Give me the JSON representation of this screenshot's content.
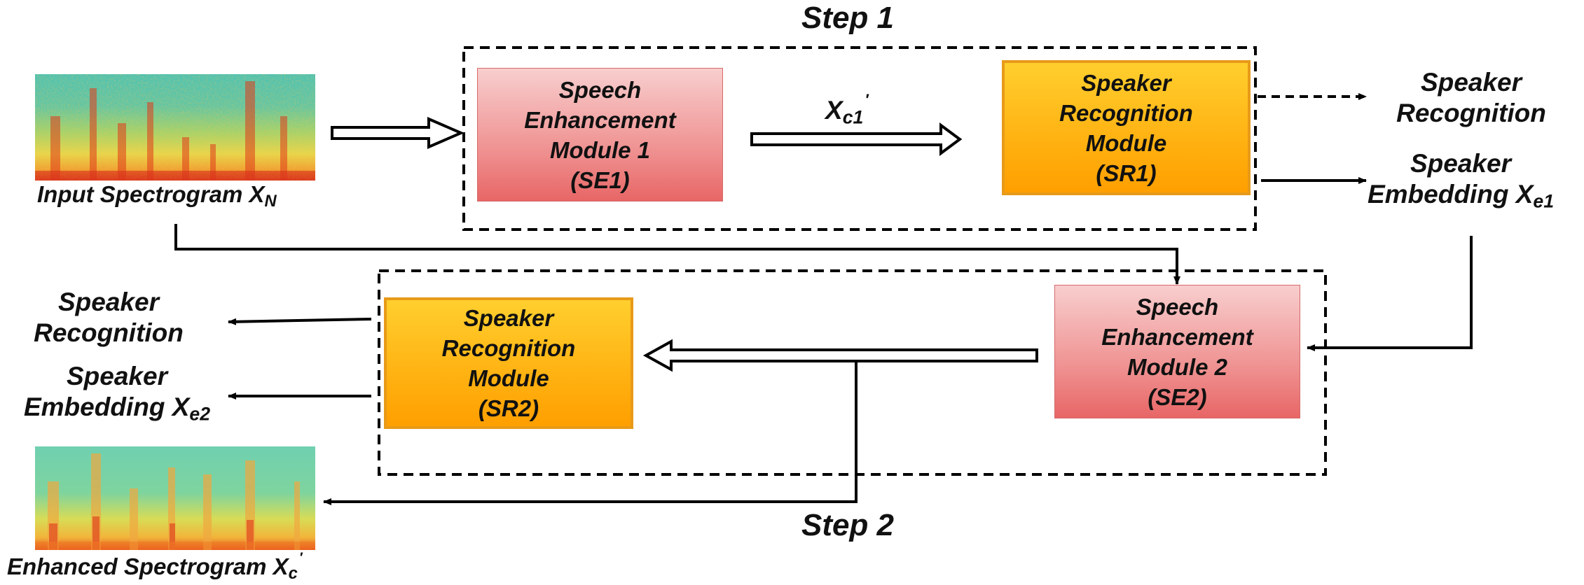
{
  "steps": {
    "step1": "Step 1",
    "step2": "Step 2"
  },
  "input": {
    "label": "Input Spectrogram X",
    "sub": "N"
  },
  "output": {
    "label": "Enhanced Spectrogram X",
    "sub": "c",
    "sup": "′"
  },
  "signal": {
    "main": "X",
    "sub": "c1",
    "sup": "′"
  },
  "modules": {
    "se1": [
      "Speech",
      "Enhancement",
      "Module 1",
      "(SE1)"
    ],
    "sr1": [
      "Speaker",
      "Recognition",
      "Module",
      "(SR1)"
    ],
    "se2": [
      "Speech",
      "Enhancement",
      "Module 2",
      "(SE2)"
    ],
    "sr2": [
      "Speaker",
      "Recognition",
      "Module",
      "(SR2)"
    ]
  },
  "outputs_step1": {
    "recognition": [
      "Speaker",
      "Recognition"
    ],
    "embedding_l1": "Speaker",
    "embedding_l2": "Embedding X",
    "embedding_sub": "e1"
  },
  "outputs_step2": {
    "recognition": [
      "Speaker",
      "Recognition"
    ],
    "embedding_l1": "Speaker",
    "embedding_l2": "Embedding X",
    "embedding_sub": "e2"
  },
  "colors": {
    "se_fill_top": "#f8cece",
    "se_fill_bottom": "#e86666",
    "sr_fill_top": "#ffcf2e",
    "sr_fill_bottom": "#ff9f00",
    "sr_border": "#e89a18",
    "line": "#000000"
  }
}
